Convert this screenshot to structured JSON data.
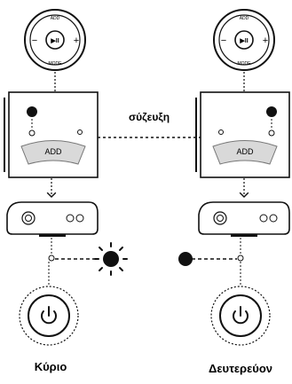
{
  "remote": {
    "top_label": "ADD",
    "bottom_label": "MODE",
    "minus": "−",
    "plus": "+",
    "play_pause": "▶II"
  },
  "panel": {
    "button_label": "ADD"
  },
  "pairing_label": "σύζευξη",
  "unit_labels": {
    "primary": "Κύριο",
    "secondary": "Δευτερεύον"
  },
  "power_icon": "power-icon",
  "sun_icon": "sun-led-icon",
  "led_icon": "led-dot-icon",
  "colors": {
    "line": "#111111",
    "panel_fill": "#d9d9d9"
  }
}
